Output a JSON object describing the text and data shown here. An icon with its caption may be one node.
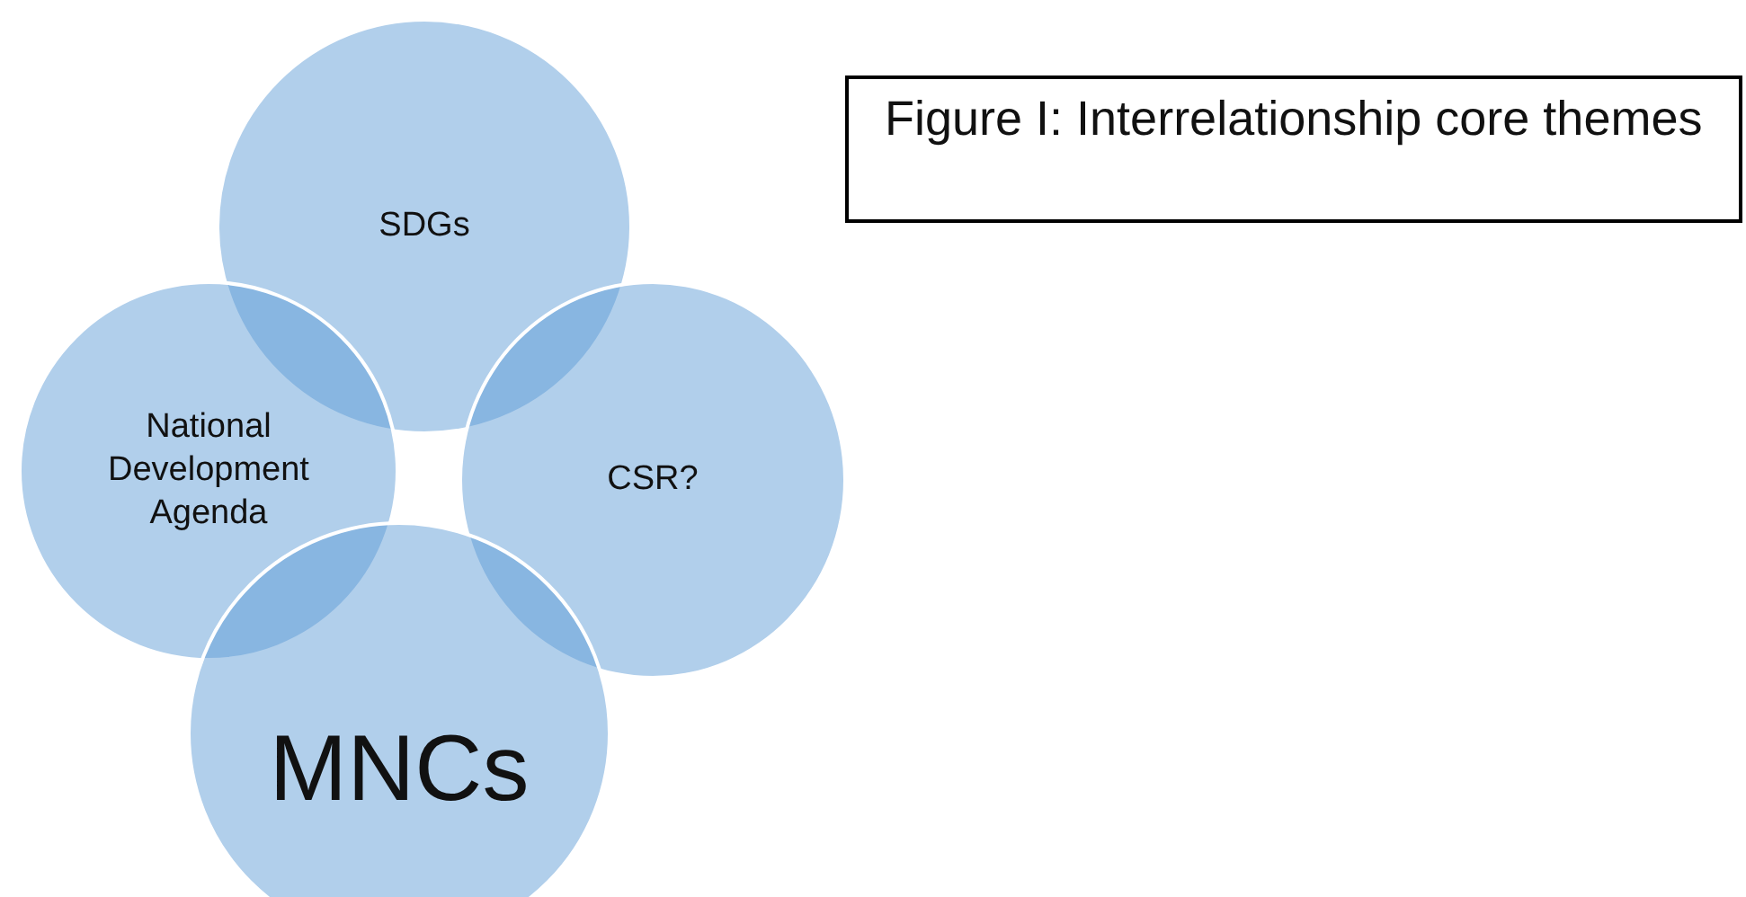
{
  "diagram": {
    "nodes": [
      {
        "text": [
          "SDGs"
        ]
      },
      {
        "text": [
          "National Development Agenda"
        ]
      },
      {
        "text": [
          "CSR?"
        ]
      },
      {
        "text": [
          "MNCs"
        ]
      },
      {
        "text": [
          "Figure I: Interrelationship core themes"
        ]
      }
    ]
  }
}
